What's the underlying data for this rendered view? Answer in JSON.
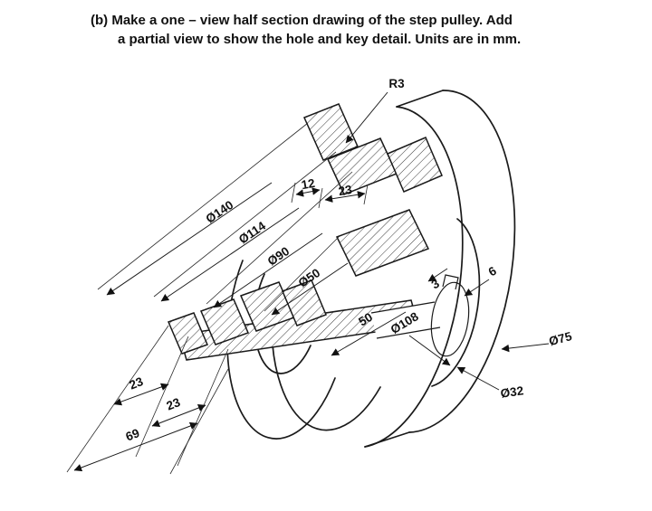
{
  "title": {
    "line1": "(b) Make a one – view half section drawing of the step pulley. Add",
    "line2": "a partial view to show the hole and key detail. Units are in mm."
  },
  "colors": {
    "ink": "#1a1a1a",
    "background": "#ffffff"
  },
  "drawing": {
    "type": "isometric half-section view of a step pulley",
    "units": "mm",
    "labels": {
      "fillet_radius": "R3",
      "top_width_12": "12",
      "top_width_23": "23",
      "dia_140": "Ø140",
      "dia_114": "Ø114",
      "dia_90": "Ø90",
      "dia_50": "Ø50",
      "length_50": "50",
      "dia_108": "Ø108",
      "key_depth_3": "3",
      "key_width_6": "6",
      "dia_75": "Ø75",
      "dia_32": "Ø32",
      "width_23_a": "23",
      "width_23_b": "23",
      "total_width_69": "69"
    }
  }
}
